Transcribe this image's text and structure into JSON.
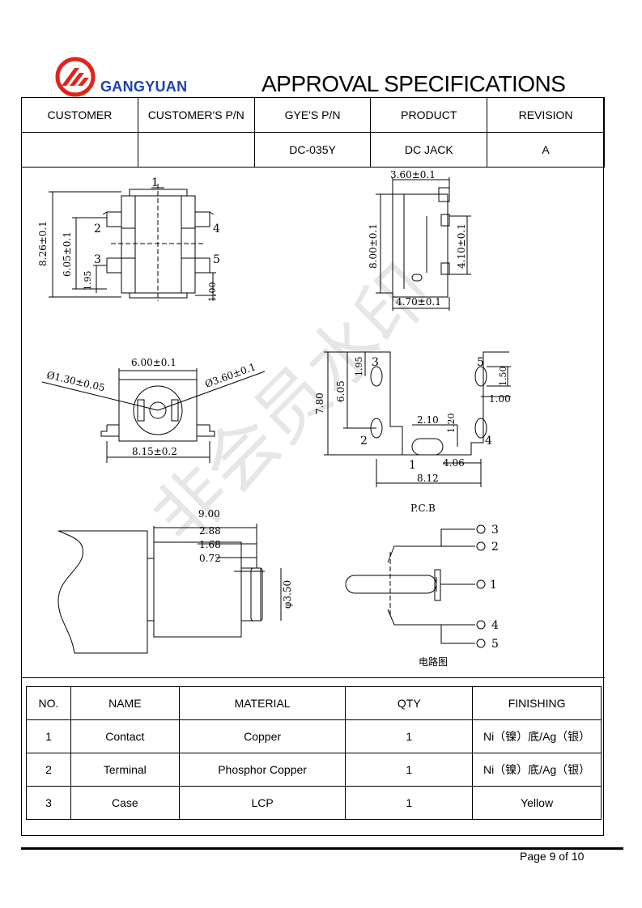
{
  "header": {
    "brand": "GANGYUAN",
    "title": "APPROVAL SPECIFICATIONS"
  },
  "info_table": {
    "columns": [
      "CUSTOMER",
      "CUSTOMER'S P/N",
      "GYE'S P/N",
      "PRODUCT",
      "REVISION"
    ],
    "values": [
      "",
      "",
      "DC-035Y",
      "DC JACK",
      "A"
    ]
  },
  "drawing": {
    "top_view": {
      "d1": "8.26±0.1",
      "d2": "6.05±0.1",
      "d3": "1.95",
      "d4": "1.00",
      "pins": [
        "1",
        "2",
        "3",
        "4",
        "5"
      ]
    },
    "side_view": {
      "d1": "3.60±0.1",
      "d2": "8.00±0.1",
      "d3": "4.10±0.1",
      "d4": "4.70±0.1"
    },
    "front_view": {
      "d1": "6.00±0.1",
      "d2": "Ø1.30±0.05",
      "d3": "Ø3.60±0.1",
      "d4": "8.15±0.2"
    },
    "footprint": {
      "d_7_80": "7.80",
      "d_6_05": "6.05",
      "d_1_95": "1.95",
      "d_1_50": "1.50",
      "d_1_00": "1.00",
      "d_2_10": "2.10",
      "d_1_20": "1.20",
      "d_4_06": "4.06",
      "d_8_12": "8.12",
      "pins": [
        "1",
        "2",
        "3",
        "4",
        "5"
      ]
    },
    "plug": {
      "d1": "9.00",
      "d2": "2.88",
      "d3": "1.68",
      "d4": "0.72",
      "d5": "φ3.50"
    },
    "circuit": {
      "title": "P.C.B",
      "caption": "电路图",
      "pins": [
        "3",
        "2",
        "1",
        "4",
        "5"
      ]
    },
    "watermark": "非会员水印"
  },
  "parts_table": {
    "columns": [
      "NO.",
      "NAME",
      "MATERIAL",
      "QTY",
      "FINISHING"
    ],
    "rows": [
      [
        "1",
        "Contact",
        "Copper",
        "1",
        "Ni（镍）底/Ag（银）"
      ],
      [
        "2",
        "Terminal",
        "Phosphor Copper",
        "1",
        "Ni（镍）底/Ag（银）"
      ],
      [
        "3",
        "Case",
        "LCP",
        "1",
        "Yellow"
      ]
    ]
  },
  "footer": {
    "page": "Page 9 of 10"
  },
  "colors": {
    "brand_blue": "#1f3fb5",
    "logo_red": "#e2231a",
    "watermark": "#e6e6e6"
  }
}
